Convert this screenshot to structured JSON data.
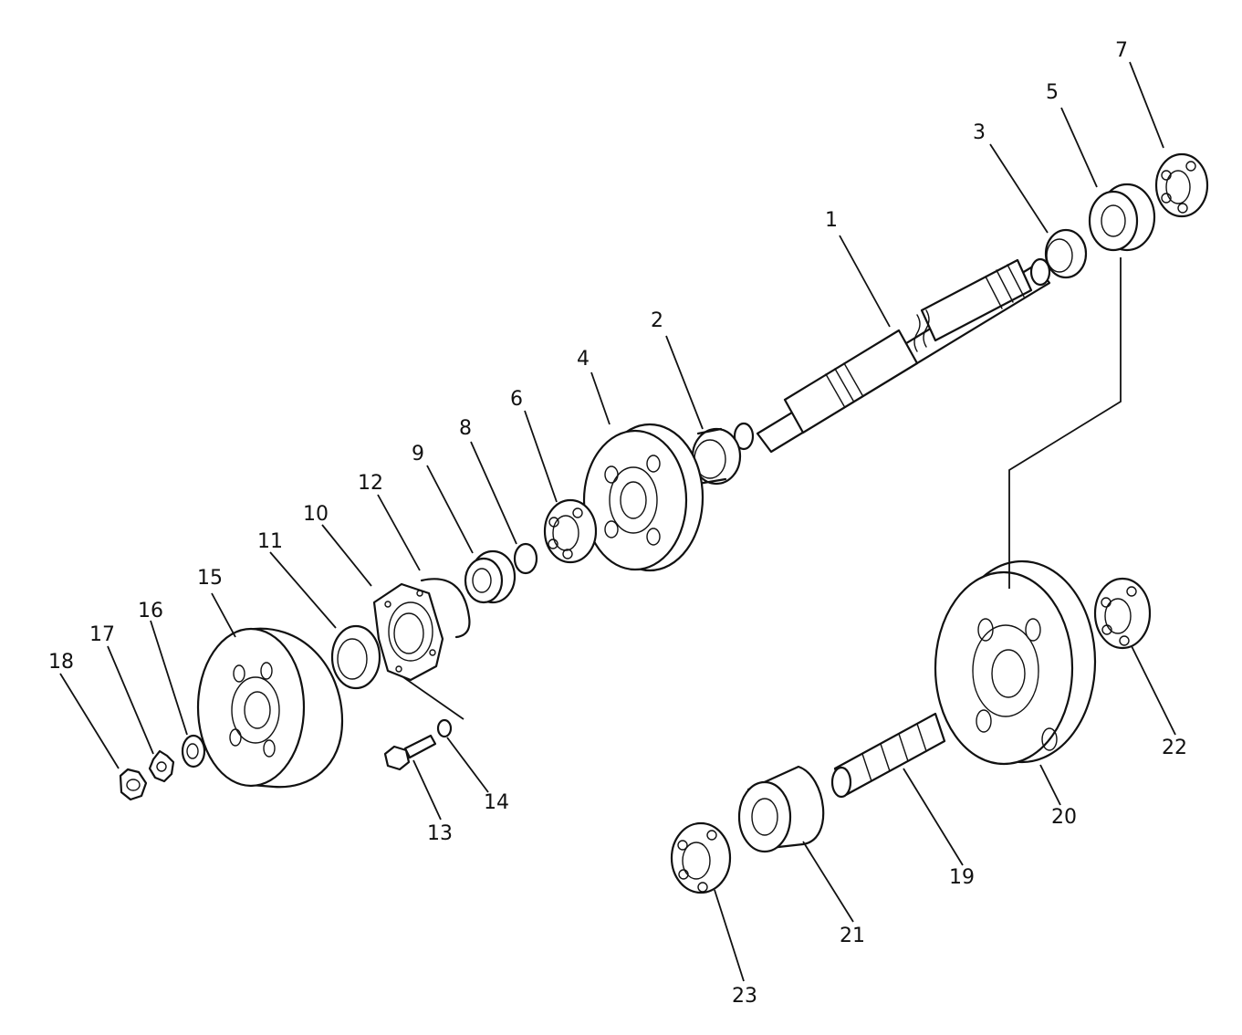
{
  "callouts": [
    "1",
    "2",
    "3",
    "4",
    "5",
    "6",
    "7",
    "8",
    "9",
    "10",
    "11",
    "12",
    "13",
    "14",
    "15",
    "16",
    "17",
    "18",
    "19",
    "20",
    "21",
    "22",
    "23"
  ],
  "parts": [
    "shaft",
    "bearing",
    "bearing",
    "gear",
    "bearing",
    "ball-bearing",
    "ball-bearing",
    "o-ring",
    "bearing",
    "cover",
    "seal",
    "snap-ring",
    "bolt",
    "washer",
    "hub",
    "washer",
    "nut",
    "nut",
    "spline-shaft",
    "gear",
    "bearing",
    "ball-bearing",
    "ball-bearing"
  ],
  "colors": {
    "line": "#111111",
    "background": "#ffffff"
  }
}
